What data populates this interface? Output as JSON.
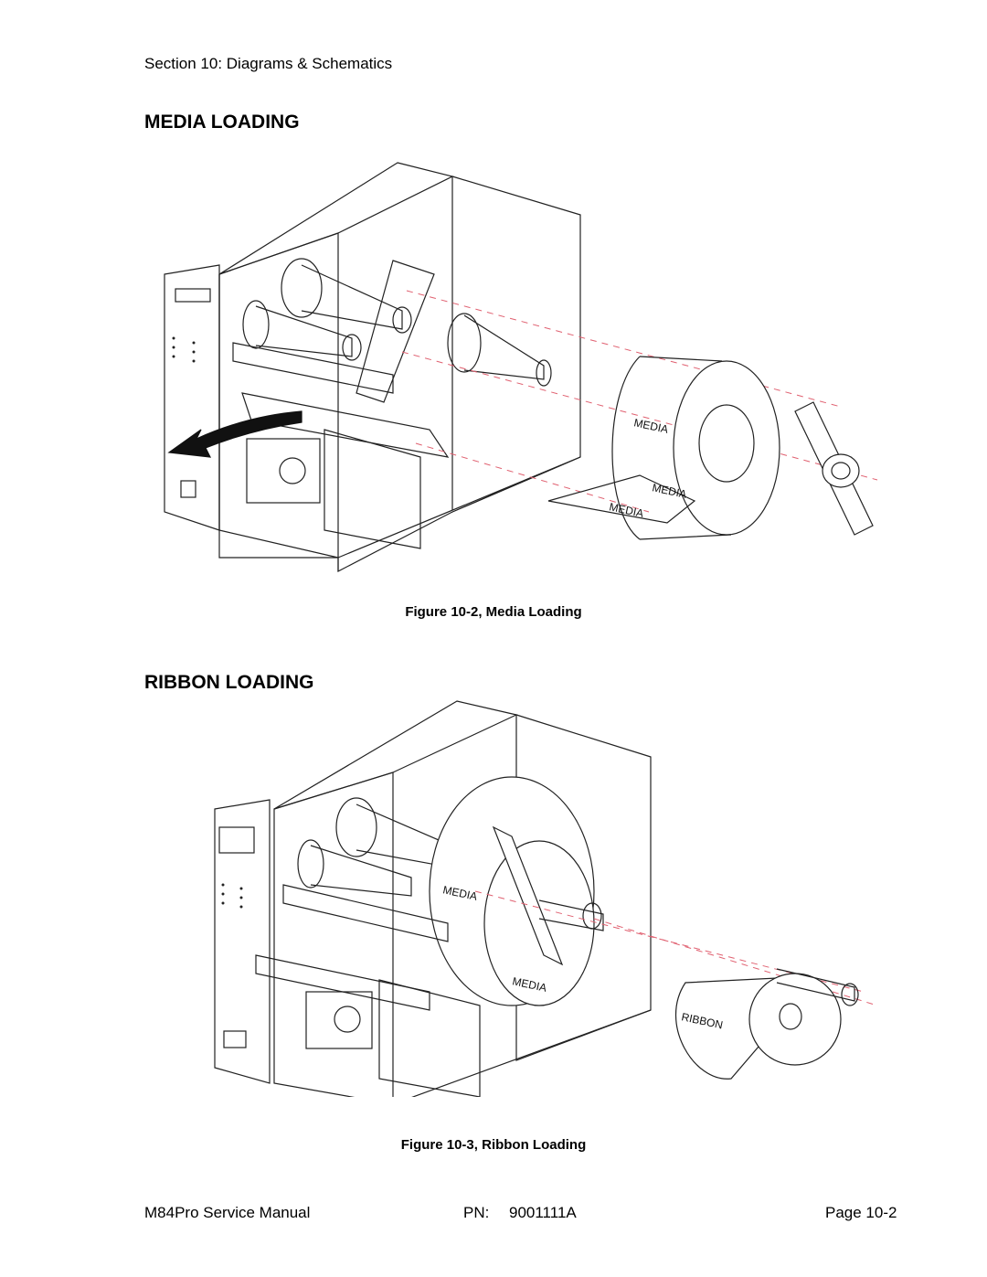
{
  "header": {
    "section": "Section 10: Diagrams & Schematics"
  },
  "media_loading": {
    "heading": "MEDIA LOADING",
    "roll_labels": [
      "MEDIA",
      "MEDIA",
      "MEDIA"
    ],
    "caption": "Figure 10-2, Media Loading"
  },
  "ribbon_loading": {
    "heading": "RIBBON LOADING",
    "roll_labels": [
      "MEDIA",
      "MEDIA",
      "RIBBON"
    ],
    "caption": "Figure 10-3, Ribbon Loading"
  },
  "footer": {
    "manual": "M84Pro Service Manual",
    "pn_label": "PN:",
    "pn_value": "9001111A",
    "page": "Page 10-2"
  }
}
